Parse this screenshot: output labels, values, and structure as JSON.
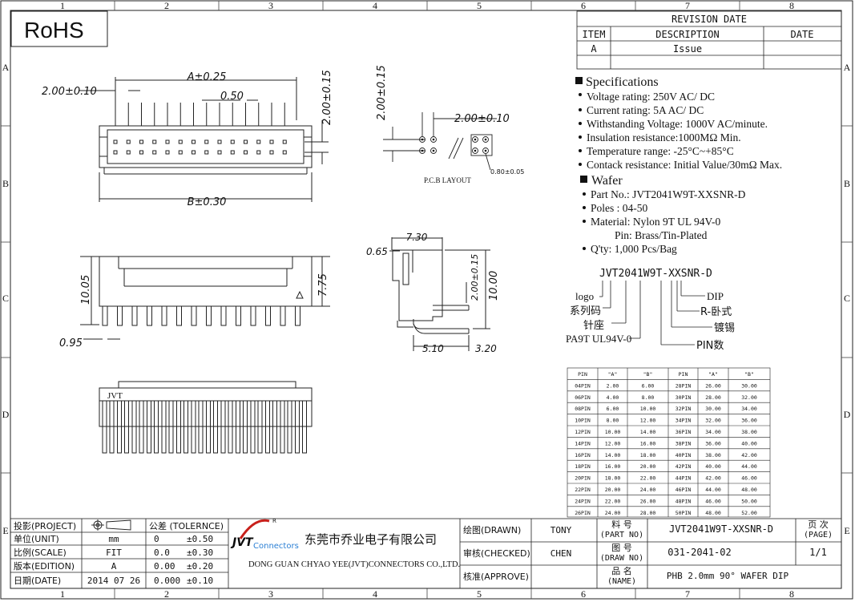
{
  "frame": {
    "columns": [
      "1",
      "2",
      "3",
      "4",
      "5",
      "6",
      "7",
      "8"
    ],
    "rows": [
      "A",
      "B",
      "C",
      "D",
      "E"
    ]
  },
  "rohs": "RoHS",
  "revision": {
    "title": "REVISION DATE",
    "headers": [
      "ITEM",
      "DESCRIPTION",
      "DATE"
    ],
    "rows": [
      [
        "A",
        "Issue",
        ""
      ]
    ]
  },
  "specifications": {
    "heading": "Specifications",
    "items": [
      "Voltage rating: 250V AC/ DC",
      "Current rating: 5A AC/ DC",
      "Withstanding Voltage: 1000V AC/minute.",
      "Insulation resistance:1000MΩ Min.",
      "Temperature range: -25°C~+85°C",
      "Contack resistance: Initial Value/30mΩ Max."
    ]
  },
  "wafer": {
    "heading": "Wafer",
    "items": [
      "Part No.: JVT2041W9T-XXSNR-D",
      "Poles : 04-50",
      "Material: Nylon 9T UL 94V-0",
      "Pin: Brass/Tin-Plated",
      "Q'ty: 1,000 Pcs/Bag"
    ]
  },
  "part_code": {
    "code": "JVT2041W9T-XXSNR-D",
    "labels": [
      "logo",
      "系列码",
      "针座",
      "PA9T UL94V-0",
      "DIP",
      "R-卧式",
      "镀锡",
      "PIN数"
    ]
  },
  "dims": {
    "top_a": "A±0.25",
    "top_pitch": "2.00±0.10",
    "top_half": "0.50",
    "top_row": "2.00±0.15",
    "top_b": "B±0.30",
    "pcb_v": "2.00±0.15",
    "pcb_h": "2.00±0.10",
    "pcb_hole": "0.80±0.05",
    "pcb_title": "P.C.B LAYOUT",
    "front_h1": "10.05",
    "front_h2": "7.75",
    "front_pin": "0.95",
    "side_w": "7.30",
    "side_t": "0.65",
    "side_row": "2.00±0.15",
    "side_h": "10.00",
    "side_l1": "5.10",
    "side_l2": "3.20",
    "bottom_label": "JVT"
  },
  "pin_table": {
    "headers": [
      "PIN",
      "\"A\"",
      "\"B\"",
      "PIN",
      "\"A\"",
      "\"B\""
    ],
    "rows": [
      [
        "04PIN",
        "2.00",
        "6.00",
        "28PIN",
        "26.00",
        "30.00"
      ],
      [
        "06PIN",
        "4.00",
        "8.00",
        "30PIN",
        "28.00",
        "32.00"
      ],
      [
        "08PIN",
        "6.00",
        "10.00",
        "32PIN",
        "30.00",
        "34.00"
      ],
      [
        "10PIN",
        "8.00",
        "12.00",
        "34PIN",
        "32.00",
        "36.00"
      ],
      [
        "12PIN",
        "10.00",
        "14.00",
        "36PIN",
        "34.00",
        "38.00"
      ],
      [
        "14PIN",
        "12.00",
        "16.00",
        "38PIN",
        "36.00",
        "40.00"
      ],
      [
        "16PIN",
        "14.00",
        "18.00",
        "40PIN",
        "38.00",
        "42.00"
      ],
      [
        "18PIN",
        "16.00",
        "20.00",
        "42PIN",
        "40.00",
        "44.00"
      ],
      [
        "20PIN",
        "18.00",
        "22.00",
        "44PIN",
        "42.00",
        "46.00"
      ],
      [
        "22PIN",
        "20.00",
        "24.00",
        "46PIN",
        "44.00",
        "48.00"
      ],
      [
        "24PIN",
        "22.00",
        "26.00",
        "48PIN",
        "46.00",
        "50.00"
      ],
      [
        "26PIN",
        "24.00",
        "28.00",
        "50PIN",
        "48.00",
        "52.00"
      ]
    ]
  },
  "title_block": {
    "project_label": "投影(PROJECT)",
    "unit_label": "单位(UNIT)",
    "unit_value": "mm",
    "scale_label": "比例(SCALE)",
    "scale_value": "FIT",
    "edition_label": "版本(EDITION)",
    "edition_value": "A",
    "date_label": "日期(DATE)",
    "date_value": "2014 07 26",
    "tol_title": "公差 (TOLERNCE)",
    "tol_rows": [
      [
        "0",
        "±0.50"
      ],
      [
        "0.0",
        "±0.30"
      ],
      [
        "0.00",
        "±0.20"
      ],
      [
        "0.000",
        "±0.10"
      ]
    ],
    "logo_r": "R",
    "logo_jvt": "JVT",
    "logo_sub": "Connectors",
    "company_cn": "东莞市乔业电子有限公司",
    "company_en": "DONG GUAN CHYAO YEE(JVT)CONNECTORS CO.,LTD.",
    "drawn_label": "绘图(DRAWN)",
    "drawn_value": "TONY",
    "checked_label": "审核(CHECKED)",
    "checked_value": "CHEN",
    "approve_label": "核准(APPROVE)",
    "approve_value": "",
    "partno_label_cn": "料  号",
    "partno_label_en": "(PART NO)",
    "partno_value": "JVT2041W9T-XXSNR-D",
    "drawno_label_cn": "图  号",
    "drawno_label_en": "(DRAW NO)",
    "drawno_value": "031-2041-02",
    "name_label_cn": "品  名",
    "name_label_en": "(NAME)",
    "name_value": "PHB 2.0mm 90° WAFER DIP",
    "page_label_cn": "页 次",
    "page_label_en": "(PAGE)",
    "page_value": "1/1"
  }
}
